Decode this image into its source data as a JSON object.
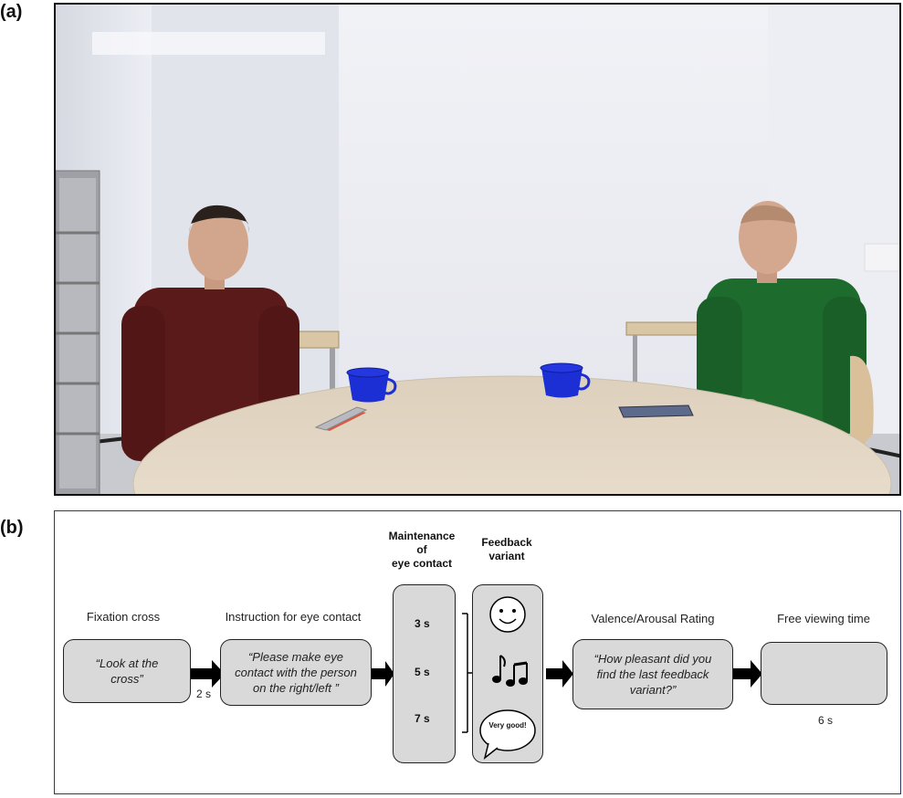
{
  "panels": {
    "a_label": "(a)",
    "b_label": "(b)"
  },
  "flow": {
    "fixation": {
      "title": "Fixation cross",
      "text": "“Look at the cross”",
      "time": "2 s"
    },
    "instruction": {
      "title": "Instruction for eye contact",
      "text": "“Please make eye contact with the person on the right/left ”"
    },
    "maintenance": {
      "title_line1": "Maintenance",
      "title_line2": "of",
      "title_line3": "eye contact",
      "durations": [
        "3 s",
        "5 s",
        "7 s"
      ]
    },
    "feedback": {
      "title_line1": "Feedback",
      "title_line2": "variant",
      "speech_text": "Very good!",
      "icons": [
        "smiley-icon",
        "music-notes-icon",
        "speech-bubble-icon"
      ]
    },
    "rating": {
      "title": "Valence/Arousal Rating",
      "text": "“How pleasant did you find the last feedback variant?”"
    },
    "free": {
      "title": "Free viewing time",
      "time": "6 s"
    }
  },
  "colors": {
    "box_fill": "#d9d9d9",
    "arrow": "#000000",
    "frame": "#2b3a63",
    "left_sweater": "#5a1a1a",
    "right_hoodie": "#1e6b2e",
    "cup": "#1b2fd4"
  }
}
